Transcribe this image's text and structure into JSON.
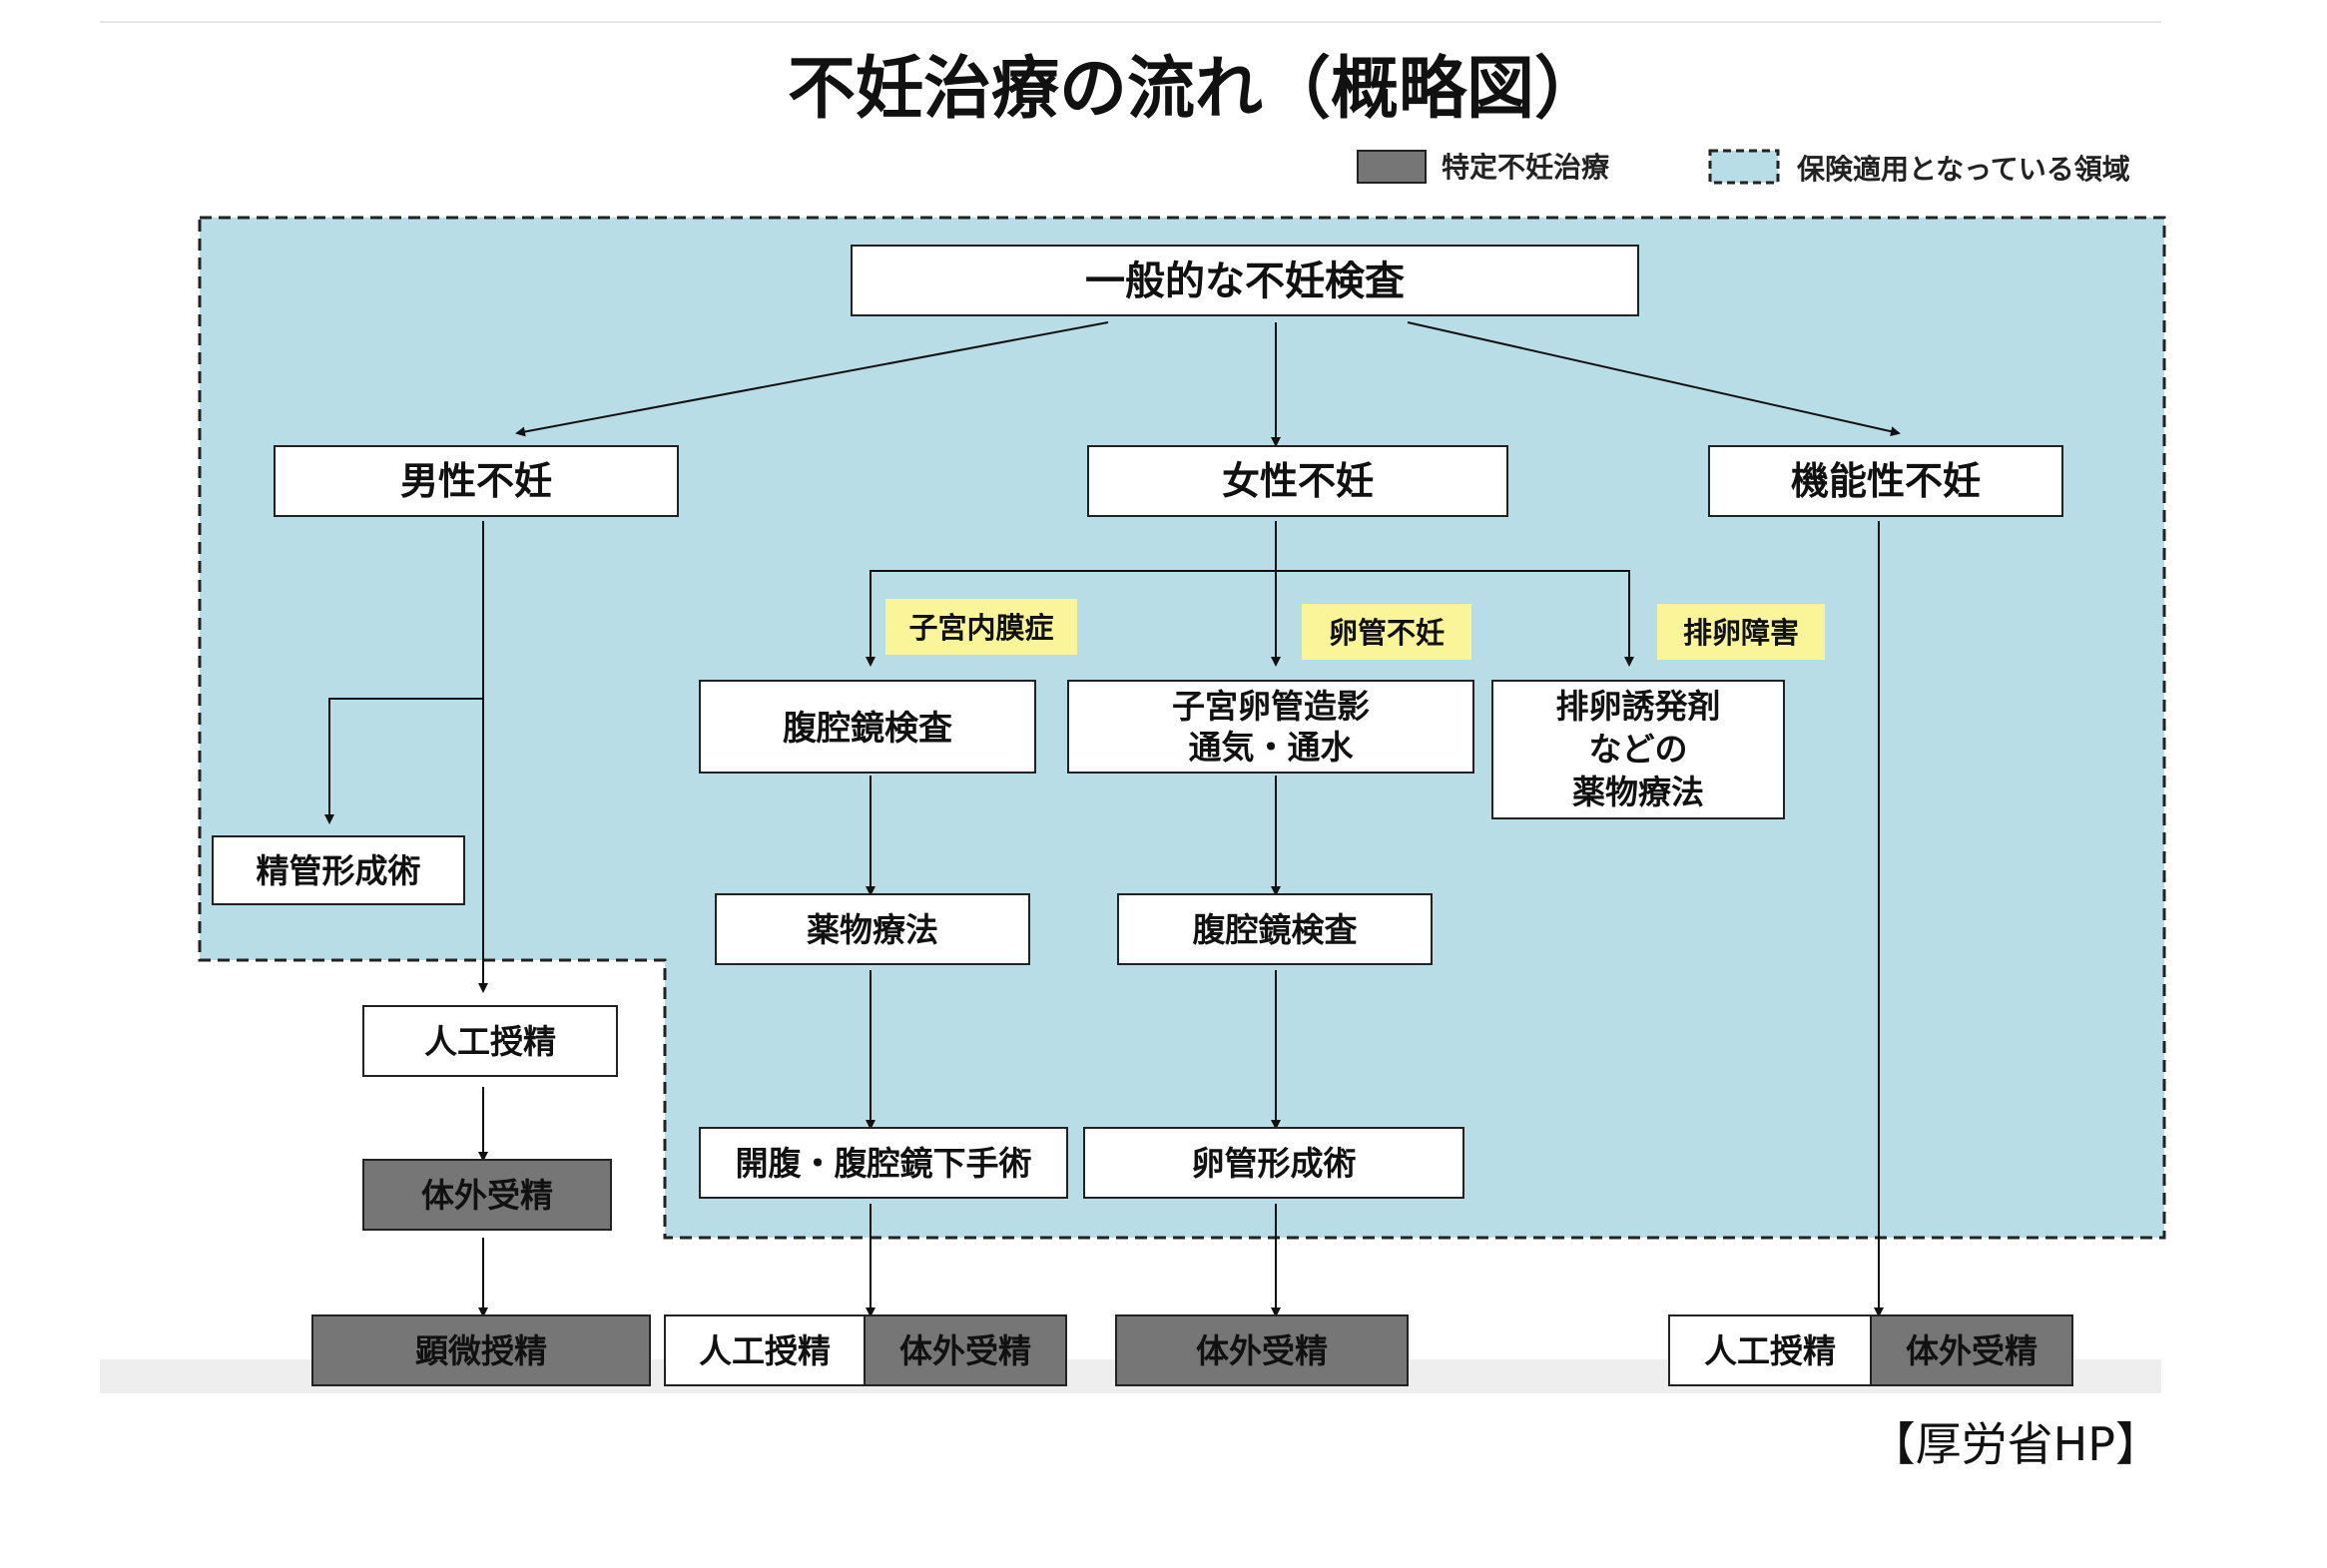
{
  "title": "不妊治療の流れ（概略図）",
  "legend": {
    "specific_label": "特定不妊治療",
    "insured_label": "保険適用となっている領域"
  },
  "colors": {
    "insured_fill": "#b8dde6",
    "specific_fill": "#767676",
    "label_fill": "#fbf59a",
    "box_fill": "#ffffff"
  },
  "boxes": {
    "general_exam": "一般的な不妊検査",
    "male": "男性不妊",
    "female": "女性不妊",
    "functional": "機能性不妊",
    "vas_surgery": "精管形成術",
    "male_ai": "人工授精",
    "male_ivf": "体外受精",
    "male_icsi": "顕微授精",
    "laparoscopy_exam": "腹腔鏡検査",
    "hsg_line1": "子宮卵管造影",
    "hsg_line2": "通気・通水",
    "ovulation_line1": "排卵誘発剤",
    "ovulation_line2": "などの",
    "ovulation_line3": "薬物療法",
    "drug_therapy": "薬物療法",
    "laparoscopy_exam2": "腹腔鏡検査",
    "laparotomy": "開腹・腹腔鏡下手術",
    "tube_surgery": "卵管形成術",
    "f_ai": "人工授精",
    "f_ivf": "体外受精",
    "t_ivf": "体外受精",
    "fn_ai": "人工授精",
    "fn_ivf": "体外受精"
  },
  "labels": {
    "endometriosis": "子宮内膜症",
    "tubal": "卵管不妊",
    "ovulation_disorder": "排卵障害"
  },
  "source": "【厚労省HP】"
}
